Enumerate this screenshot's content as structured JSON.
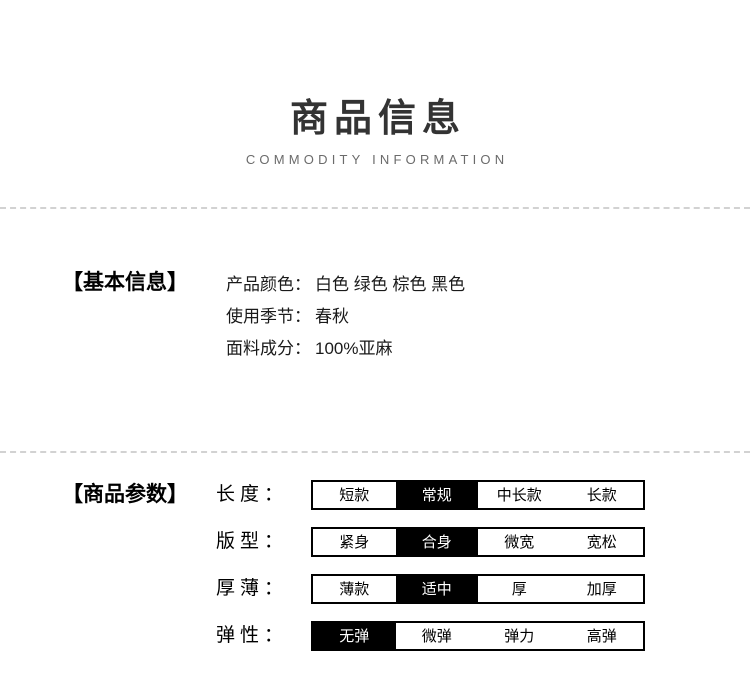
{
  "header": {
    "title": "商品信息",
    "subtitle": "COMMODITY INFORMATION"
  },
  "basic_info": {
    "label": "【基本信息】",
    "rows": [
      {
        "key": "产品颜色",
        "colon": "：",
        "value": "白色 绿色 棕色 黑色"
      },
      {
        "key": "使用季节",
        "colon": "：",
        "value": "春秋"
      },
      {
        "key": "面料成分",
        "colon": "：",
        "value": "100%亚麻"
      }
    ]
  },
  "params": {
    "label": "【商品参数】",
    "rows": [
      {
        "label": "长度：",
        "options": [
          {
            "text": "短款",
            "selected": false
          },
          {
            "text": "常规",
            "selected": true
          },
          {
            "text": "中长款",
            "selected": false
          },
          {
            "text": "长款",
            "selected": false
          }
        ]
      },
      {
        "label": "版型：",
        "options": [
          {
            "text": "紧身",
            "selected": false
          },
          {
            "text": "合身",
            "selected": true
          },
          {
            "text": "微宽",
            "selected": false
          },
          {
            "text": "宽松",
            "selected": false
          }
        ]
      },
      {
        "label": "厚薄：",
        "options": [
          {
            "text": "薄款",
            "selected": false
          },
          {
            "text": "适中",
            "selected": true
          },
          {
            "text": "厚",
            "selected": false
          },
          {
            "text": "加厚",
            "selected": false
          }
        ]
      },
      {
        "label": "弹性：",
        "options": [
          {
            "text": "无弹",
            "selected": true
          },
          {
            "text": "微弹",
            "selected": false
          },
          {
            "text": "弹力",
            "selected": false
          },
          {
            "text": "高弹",
            "selected": false
          }
        ]
      }
    ]
  },
  "colors": {
    "title": "#333333",
    "subtitle": "#6b6b6b",
    "divider": "#d2d2d2",
    "selected_bg": "#000000",
    "selected_fg": "#ffffff",
    "background": "#ffffff"
  }
}
